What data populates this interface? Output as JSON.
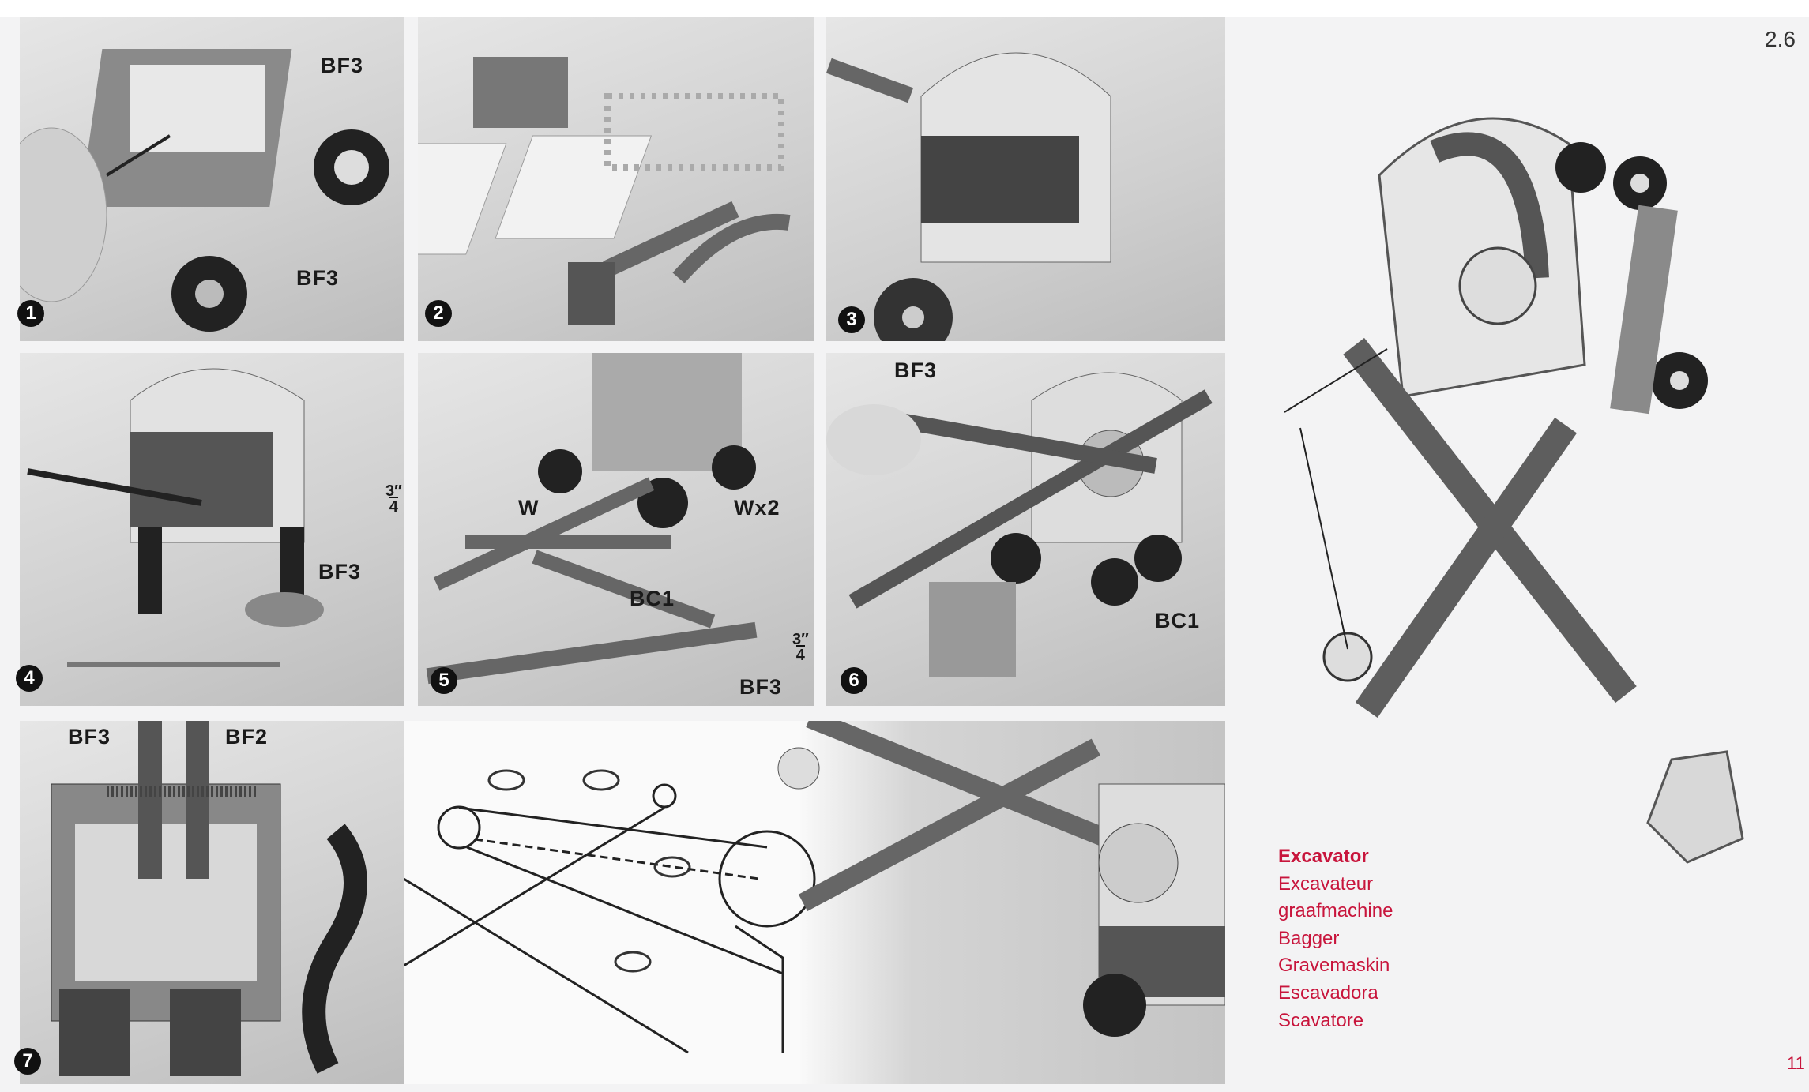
{
  "page": {
    "section": "2.6",
    "number": "11"
  },
  "model": {
    "title": "Excavator",
    "translations": [
      "Excavateur",
      "graafmachine",
      "Bagger",
      "Gravemaskin",
      "Escavadora",
      "Scavatore"
    ],
    "accent_color": "#c8153c"
  },
  "steps": [
    {
      "number": "1",
      "labels": [
        "BF3",
        "BF3"
      ]
    },
    {
      "number": "2",
      "labels": []
    },
    {
      "number": "3",
      "labels": []
    },
    {
      "number": "4",
      "labels": [
        "BF3"
      ],
      "fraction": {
        "num": "3",
        "den": "4",
        "unit": "″"
      }
    },
    {
      "number": "5",
      "labels": [
        "W",
        "Wx2",
        "BC1",
        "BF3"
      ],
      "fraction": {
        "num": "3",
        "den": "4",
        "unit": "″"
      }
    },
    {
      "number": "6",
      "labels": [
        "BF3",
        "BC1"
      ]
    },
    {
      "number": "7",
      "labels": [
        "BF3",
        "BF2"
      ]
    }
  ]
}
